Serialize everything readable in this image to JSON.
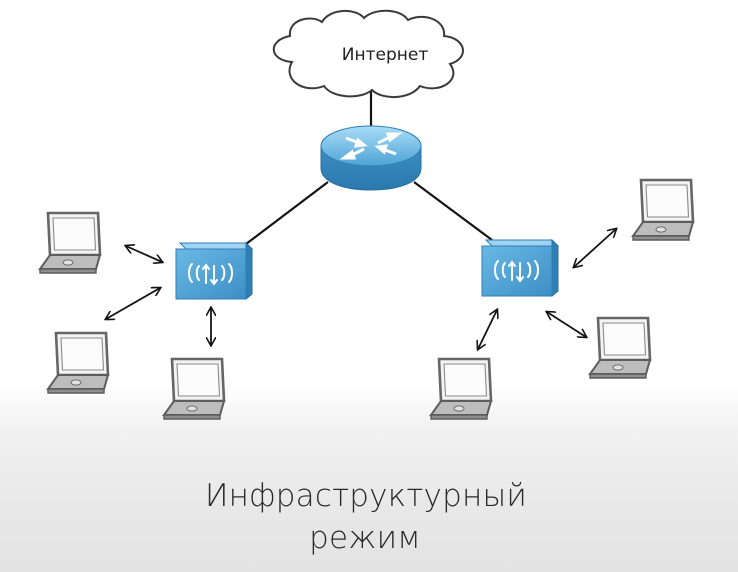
{
  "diagram": {
    "cloud_label": "Интернет",
    "caption_line_1": "Инфраструктурный",
    "caption_line_2": "режим",
    "colors": {
      "device_blue": "#5aa8d6",
      "device_blue_dark": "#2f7fb5",
      "device_blue_light": "#9fd3f2",
      "line": "#141414",
      "laptop_frame": "#6a6a6a",
      "laptop_screen": "#f4f4f4",
      "laptop_base": "#b9b9b9"
    }
  }
}
